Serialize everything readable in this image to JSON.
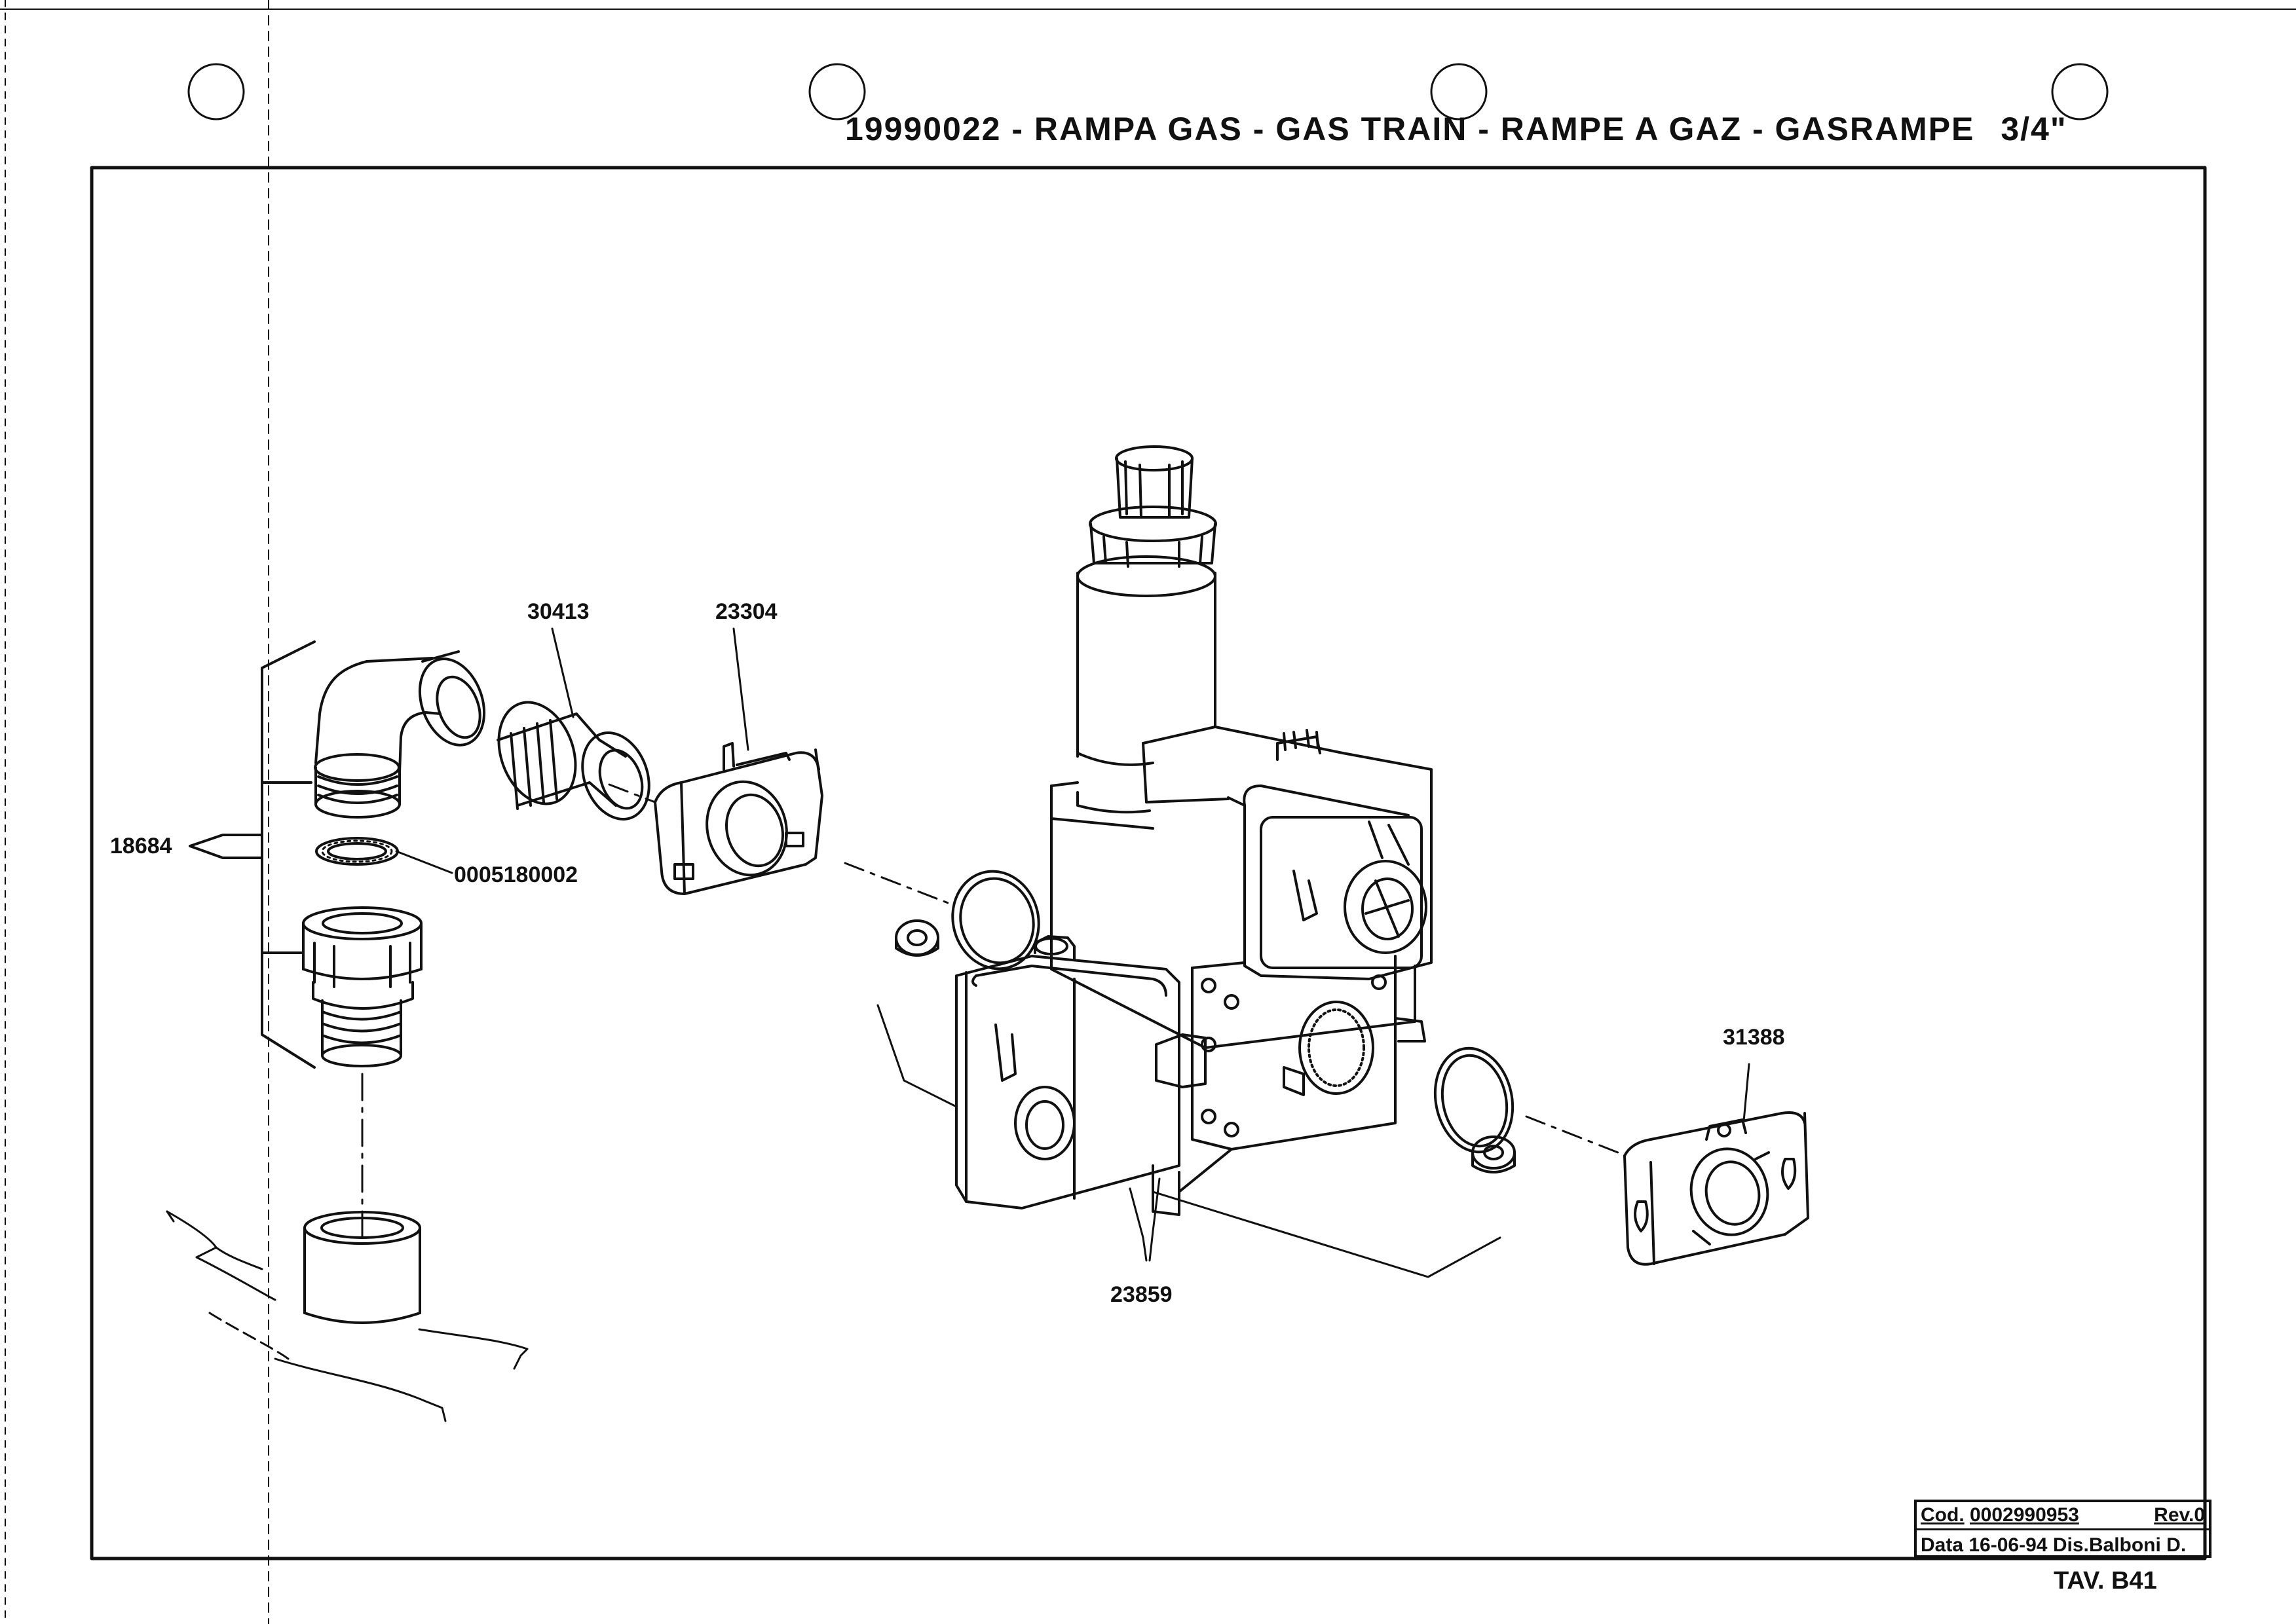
{
  "drawing": {
    "title": "19990022 - RAMPA  GAS - GAS  TRAIN - RAMPE  A  GAZ - GASRAMPE",
    "size_label": "3/4\"",
    "sheet": "TAV. B41"
  },
  "title_block": {
    "cod_label": "Cod.",
    "cod_value": "0002990953",
    "rev": "Rev.0",
    "data_label": "Data",
    "date": "16-06-94",
    "dis_label": "Dis.",
    "designer": "Balboni D."
  },
  "parts": [
    {
      "code": "30413"
    },
    {
      "code": "23304"
    },
    {
      "code": "18684"
    },
    {
      "code": "0005180002"
    },
    {
      "code": "31388"
    },
    {
      "code": "23859"
    }
  ],
  "colors": {
    "ink": "#111111",
    "paper": "#ffffff"
  }
}
